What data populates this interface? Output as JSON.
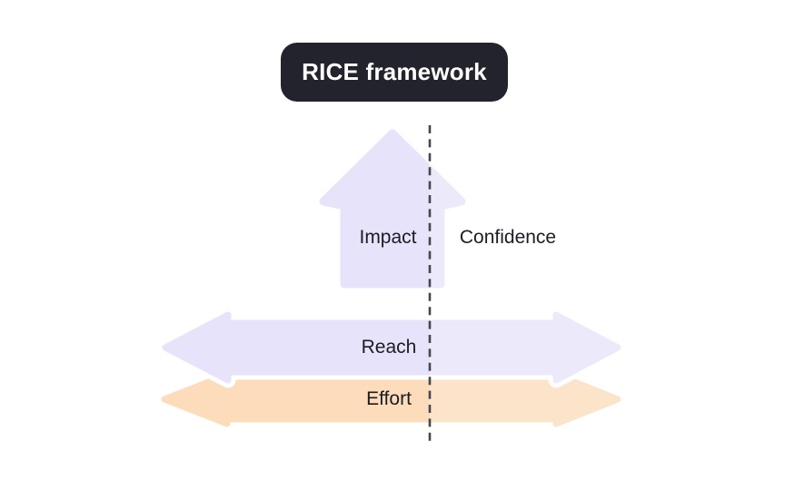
{
  "title": {
    "label": "RICE framework"
  },
  "diagram": {
    "vertical_arrow": {
      "left_label": "Impact",
      "right_label": "Confidence"
    },
    "horizontal_arrows": [
      {
        "label": "Reach"
      },
      {
        "label": "Effort"
      }
    ]
  },
  "colors": {
    "background": "#ffffff",
    "title_bg": "#22232c",
    "title_text": "#ffffff",
    "impact_arrow": "#e7e3fa",
    "reach_arrow": "#e7e3fa",
    "effort_arrow": "#fcdcba",
    "divider_line": "#46464e",
    "label_text": "#1c1c24",
    "right_overlay": "#ffffff"
  }
}
